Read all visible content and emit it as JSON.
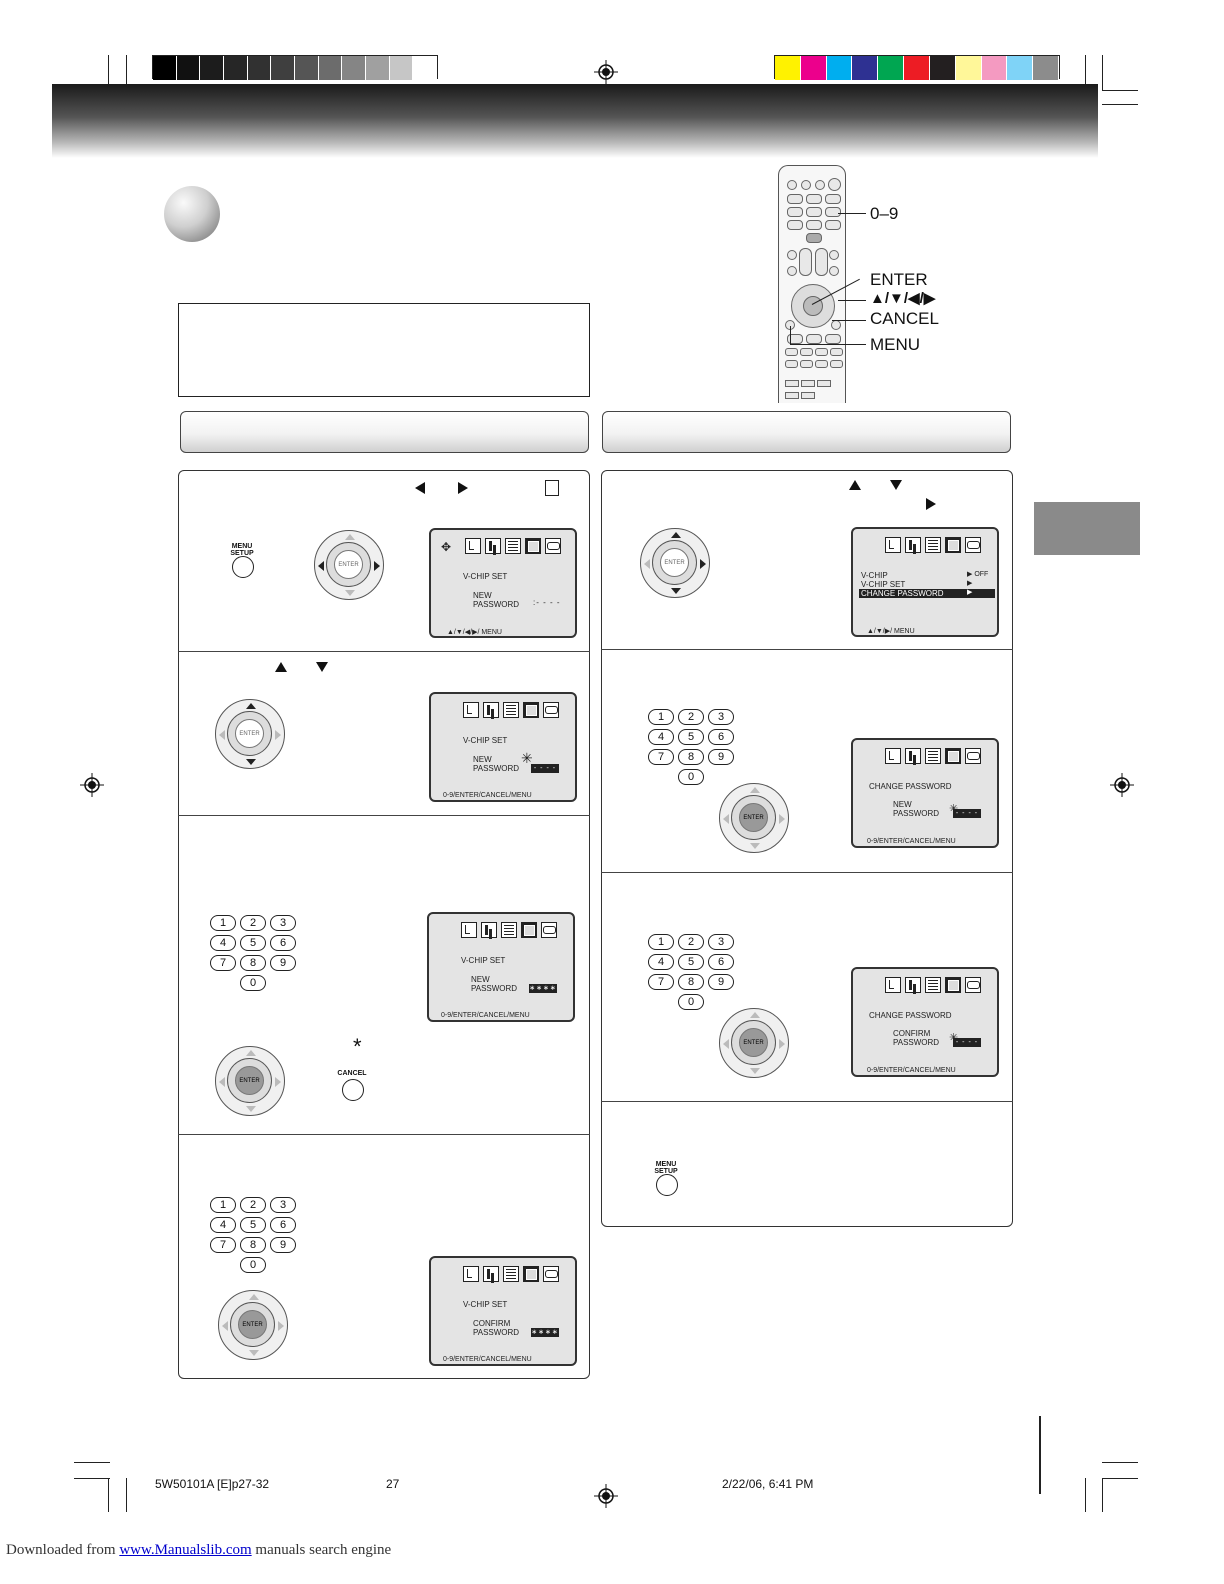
{
  "remote_callouts": {
    "digits": "0–9",
    "enter": "ENTER",
    "arrows": "▲/▼/◀/▶",
    "cancel": "CANCEL",
    "menu": "MENU"
  },
  "button_caps": {
    "menu_setup": "MENU\nSETUP",
    "cancel": "CANCEL",
    "enter": "ENTER"
  },
  "numpad_keys": [
    "1",
    "2",
    "3",
    "4",
    "5",
    "6",
    "7",
    "8",
    "9",
    "0"
  ],
  "asterisk": "*",
  "osd_screens": {
    "left_step1": {
      "title": "V-CHIP  SET",
      "field1": "NEW",
      "field2": "PASSWORD",
      "value": ":- - - -",
      "hint": "▲/▼/◀/▶/ MENU"
    },
    "left_step2": {
      "title": "V-CHIP  SET",
      "field1": "NEW",
      "field2": "PASSWORD",
      "value": "- - - -",
      "hint": "0-9/ENTER/CANCEL/MENU"
    },
    "left_step3": {
      "title": "V-CHIP  SET",
      "field1": "NEW",
      "field2": "PASSWORD",
      "value": "∗∗∗∗",
      "hint": "0-9/ENTER/CANCEL/MENU"
    },
    "left_step4": {
      "title": "V-CHIP  SET",
      "field1": "CONFIRM",
      "field2": "PASSWORD",
      "value": "∗∗∗∗",
      "hint": "0-9/ENTER/CANCEL/MENU"
    },
    "right_step1": {
      "row1": "V-CHIP",
      "row1_val": "▶ OFF",
      "row2": "V-CHIP SET",
      "row2_val": "▶",
      "row3": "CHANGE PASSWORD",
      "row3_val": "▶",
      "hint": "▲/▼/▶/ MENU"
    },
    "right_step2": {
      "title": "CHANGE  PASSWORD",
      "field1": "NEW",
      "field2": "PASSWORD",
      "value": "- - - -",
      "hint": "0-9/ENTER/CANCEL/MENU"
    },
    "right_step3": {
      "title": "CHANGE  PASSWORD",
      "field1": "CONFIRM",
      "field2": "PASSWORD",
      "value": "- - - -",
      "hint": "0-9/ENTER/CANCEL/MENU"
    }
  },
  "footer": {
    "file": "5W50101A [E]p27-32",
    "page": "27",
    "date": "2/22/06, 6:41 PM"
  },
  "download": {
    "prefix": "Downloaded from",
    "link": "www.Manualslib.com",
    "suffix": " manuals search engine"
  },
  "colors": {
    "grayscale_bar": [
      "#000000",
      "#111111",
      "#1c1c1c",
      "#262626",
      "#313131",
      "#3f3f3f",
      "#555555",
      "#6c6c6c",
      "#858585",
      "#a0a0a0",
      "#c6c6c6",
      "#ffffff"
    ],
    "color_bar": [
      "#fff200",
      "#ec008c",
      "#00aeef",
      "#2e3192",
      "#00a651",
      "#ed1c24",
      "#231f20",
      "#fff799",
      "#f49ac1",
      "#7fd3f7",
      "#8c8c8c"
    ]
  }
}
